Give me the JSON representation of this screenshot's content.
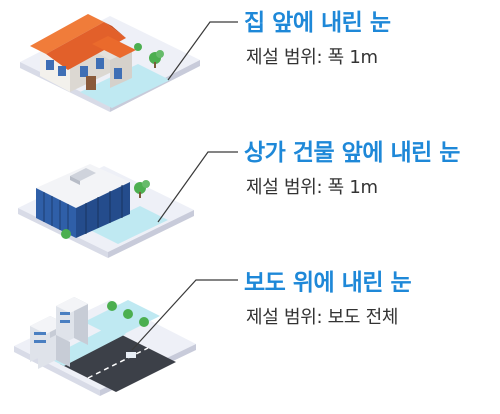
{
  "accent_color": "#1e88d8",
  "text_color": "#333333",
  "sections": [
    {
      "title": "집 앞에 내린 눈",
      "range_text": "제설 범위: 폭 1m",
      "illustration": "house-isometric"
    },
    {
      "title": "상가 건물 앞에 내린 눈",
      "range_text": "제설 범위: 폭 1m",
      "illustration": "commercial-building-isometric"
    },
    {
      "title": "보도 위에 내린 눈",
      "range_text": "제설 범위: 보도 전체",
      "illustration": "city-sidewalk-isometric"
    }
  ]
}
